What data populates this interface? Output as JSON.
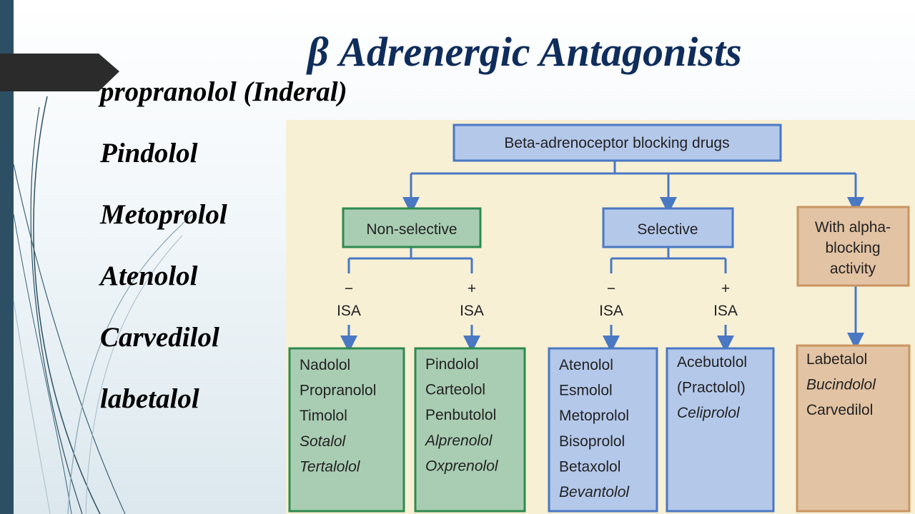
{
  "slide": {
    "title_symbol": "β",
    "title_text": "Adrenergic Antagonists",
    "drug_list": [
      "propranolol (Inderal)",
      "Pindolol",
      "Metoprolol",
      "Atenolol",
      "Carvedilol",
      "labetalol"
    ]
  },
  "diagram": {
    "root": "Beta-adrenoceptor blocking drugs",
    "categories": {
      "nonselective": "Non-selective",
      "selective": "Selective",
      "alpha": [
        "With alpha-",
        "blocking",
        "activity"
      ]
    },
    "isa": {
      "minus_sign": "−",
      "plus_sign": "+",
      "label": "ISA"
    },
    "groups": {
      "nonselective_minus": [
        {
          "name": "Nadolol",
          "italic": false
        },
        {
          "name": "Propranolol",
          "italic": false
        },
        {
          "name": "Timolol",
          "italic": false
        },
        {
          "name": "Sotalol",
          "italic": true
        },
        {
          "name": "Tertalolol",
          "italic": true
        }
      ],
      "nonselective_plus": [
        {
          "name": "Pindolol",
          "italic": false
        },
        {
          "name": "Carteolol",
          "italic": false
        },
        {
          "name": "Penbutolol",
          "italic": false
        },
        {
          "name": "Alprenolol",
          "italic": true
        },
        {
          "name": "Oxprenolol",
          "italic": true
        }
      ],
      "selective_minus": [
        {
          "name": "Atenolol",
          "italic": false
        },
        {
          "name": "Esmolol",
          "italic": false
        },
        {
          "name": "Metoprolol",
          "italic": false
        },
        {
          "name": "Bisoprolol",
          "italic": false
        },
        {
          "name": "Betaxolol",
          "italic": false
        },
        {
          "name": "Bevantolol",
          "italic": true
        }
      ],
      "selective_plus": [
        {
          "name": "Acebutolol",
          "italic": false
        },
        {
          "name": "(Practolol)",
          "italic": false
        },
        {
          "name": "Celiprolol",
          "italic": true
        }
      ],
      "alpha_blocking": [
        {
          "name": "Labetalol",
          "italic": false
        },
        {
          "name": "Bucindolol",
          "italic": true
        },
        {
          "name": "Carvedilol",
          "italic": false
        }
      ]
    },
    "colors": {
      "background": "#f7f0d5",
      "connector": "#4a78c2",
      "root_fill": "#b4c8ea",
      "root_stroke": "#4a78c2",
      "nonselective_fill": "#a9cdb3",
      "nonselective_stroke": "#2f8a4f",
      "selective_fill": "#b4c8ea",
      "selective_stroke": "#4a78c2",
      "alpha_fill": "#e2c3a3",
      "alpha_stroke": "#c99561"
    }
  }
}
